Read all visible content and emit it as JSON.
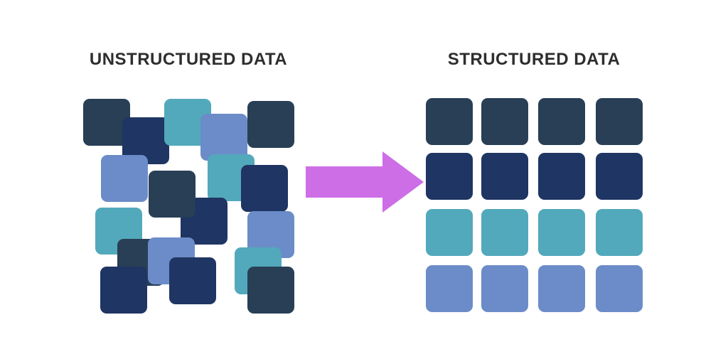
{
  "headings": {
    "left": "UNSTRUCTURED DATA",
    "right": "STRUCTURED DATA"
  },
  "colors": {
    "dark_slate": "#283f56",
    "navy": "#1f3563",
    "teal": "#52a9bb",
    "periwinkle": "#6b8cc8",
    "arrow": "#cd6ee6",
    "heading_text": "#2e2e2e"
  },
  "structured_grid_rows": [
    "dark_slate",
    "navy",
    "teal",
    "periwinkle"
  ]
}
